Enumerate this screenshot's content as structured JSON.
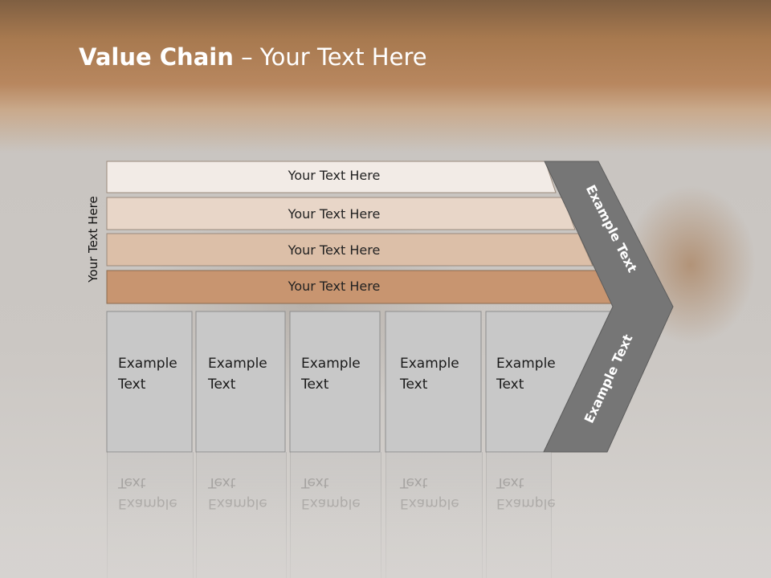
{
  "slide": {
    "title_bold": "Value Chain",
    "title_rest": " – Your Text Here",
    "side_label": "Your Text Here"
  },
  "bands": [
    {
      "label": "Your Text Here",
      "color": "#f2ebe6"
    },
    {
      "label": "Your Text Here",
      "color": "#e8d6c8"
    },
    {
      "label": "Your Text Here",
      "color": "#dcbfa8"
    },
    {
      "label": "Your Text Here",
      "color": "#c89570"
    }
  ],
  "cells": [
    {
      "line1": "Example",
      "line2": "Text"
    },
    {
      "line1": "Example",
      "line2": "Text"
    },
    {
      "line1": "Example",
      "line2": "Text"
    },
    {
      "line1": "Example",
      "line2": "Text"
    },
    {
      "line1": "Example",
      "line2": "Text"
    }
  ],
  "chevron": {
    "upper_label": "Example Text",
    "lower_label": "Example Text",
    "color": "#767676"
  },
  "colors": {
    "header_brown": "#a7794f",
    "cell_fill": "#c8c8c8"
  }
}
